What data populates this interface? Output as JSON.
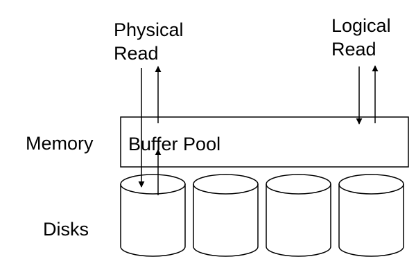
{
  "labels": {
    "physical_read_line1": "Physical",
    "physical_read_line2": "Read",
    "logical_read_line1": "Logical",
    "logical_read_line2": "Read",
    "memory": "Memory",
    "buffer_pool": "Buffer Pool",
    "disks": "Disks"
  },
  "disk_count": 4,
  "colors": {
    "stroke": "#000000",
    "background": "#ffffff"
  }
}
